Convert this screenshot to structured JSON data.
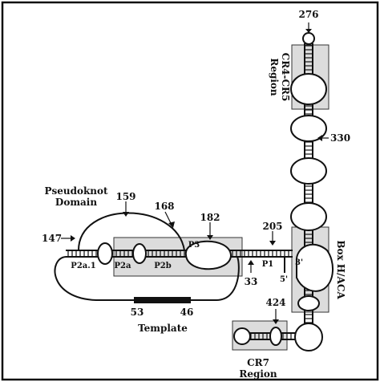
{
  "labels": {
    "n276": "276",
    "cr4_cr5_region": "CR4-CR5 Region",
    "n330": "330",
    "pseudoknot_domain": "Pseudoknot Domain",
    "n159": "159",
    "n168": "168",
    "n182": "182",
    "n147": "147",
    "p3": "P3",
    "n205": "205",
    "p1": "P1",
    "p2a1": "P2a.1",
    "p2a": "P2a",
    "p2b": "P2b",
    "n33": "33",
    "three_prime": "3'",
    "five_prime": "5'",
    "box_haca": "Box H/ACA",
    "n424": "424",
    "n53": "53",
    "n46": "46",
    "template": "Template",
    "cr7_region": "CR7 Region"
  }
}
